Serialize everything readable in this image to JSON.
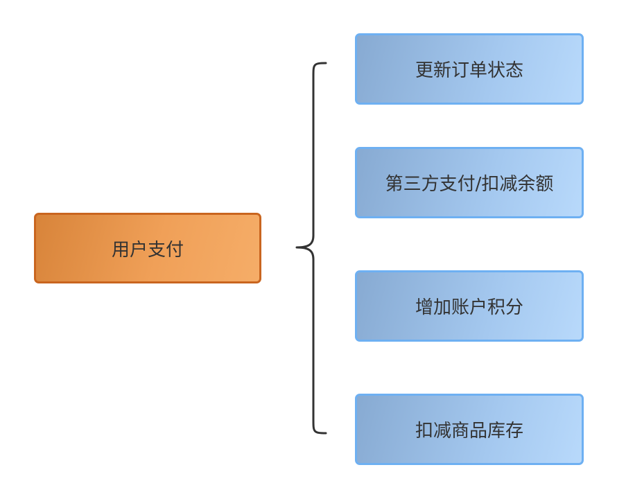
{
  "diagram": {
    "root": {
      "label": "用户支付"
    },
    "children": [
      {
        "label": "更新订单状态"
      },
      {
        "label": "第三方支付/扣减余额"
      },
      {
        "label": "增加账户积分"
      },
      {
        "label": "扣减商品库存"
      }
    ],
    "colors": {
      "root_fill": "#f0a058",
      "root_border": "#c9651f",
      "child_fill": "#a4c8ef",
      "child_border": "#6eb0f2",
      "brace_stroke": "#333333",
      "text": "#333333"
    }
  }
}
